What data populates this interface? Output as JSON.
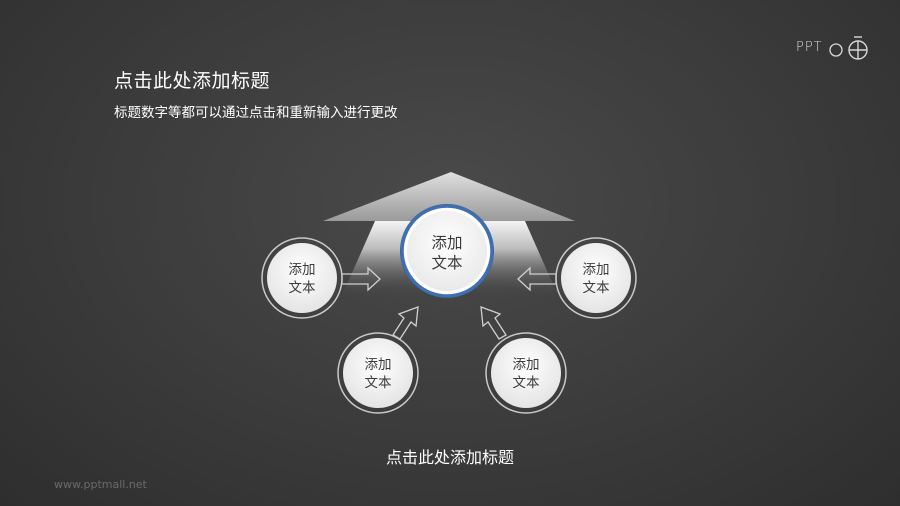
{
  "header": {
    "title": "点击此处添加标题",
    "subtitle": "标题数字等都可以通过点击和重新输入进行更改"
  },
  "logo": {
    "text": "PPT",
    "icon": "stopwatch-icon"
  },
  "diagram": {
    "center": {
      "line1": "添加",
      "line2": "文本"
    },
    "nodes": [
      {
        "line1": "添加",
        "line2": "文本"
      },
      {
        "line1": "添加",
        "line2": "文本"
      },
      {
        "line1": "添加",
        "line2": "文本"
      },
      {
        "line1": "添加",
        "line2": "文本"
      }
    ],
    "bottom_title": "点击此处添加标题"
  },
  "footer": {
    "text": "www.pptmall.net"
  },
  "colors": {
    "center_ring": "#3f6fb0",
    "node_fill": "#f2f2f2",
    "arrow_light": "#e8e8e8"
  }
}
